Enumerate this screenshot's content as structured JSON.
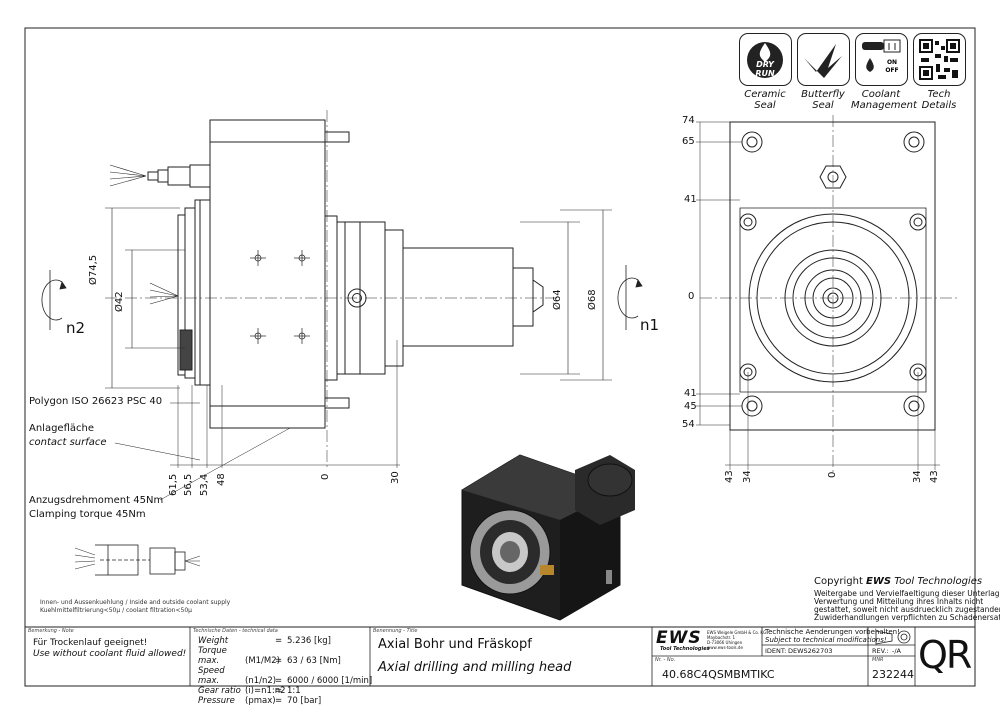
{
  "icons": [
    {
      "name": "ceramic-seal-icon",
      "label": "Ceramic Seal",
      "sub": "DRY RUN"
    },
    {
      "name": "butterfly-seal-icon",
      "label": "Butterfly Seal"
    },
    {
      "name": "coolant-management-icon",
      "label": "Coolant Management",
      "sub": "ON OFF"
    },
    {
      "name": "qr-code-icon",
      "label": "Tech Details"
    }
  ],
  "icon_labels": {
    "ceramic1": "Ceramic",
    "ceramic2": "Seal",
    "butterfly1": "Butterfly",
    "butterfly2": "Seal",
    "coolant1": "Coolant",
    "coolant2": "Management",
    "tech1": "Tech",
    "tech2": "Details",
    "dry": "DRY",
    "run": "RUN",
    "on": "ON",
    "off": "OFF"
  },
  "side_view": {
    "dims_vertical": [
      "Ø74,5",
      "Ø42",
      "Ø64",
      "Ø68"
    ],
    "dims_horizontal": [
      "61,5",
      "56,5",
      "53,4",
      "48",
      "0",
      "30"
    ],
    "n1": "n1",
    "n2": "n2",
    "polygon": "Polygon ISO 26623 PSC 40",
    "contact_de": "Anlagefläche",
    "contact_en": "contact surface",
    "torque_de": "Anzugsdrehmoment 45Nm",
    "torque_en": "Clamping torque 45Nm"
  },
  "front_view": {
    "dims_left": [
      "74",
      "65",
      "41",
      "0",
      "41",
      "45",
      "54"
    ],
    "dims_bottom": [
      "43",
      "34",
      "0",
      "34",
      "43"
    ]
  },
  "coolant_note": {
    "line1": "Innen- und Aussenkuehlung / Inside and outside coolant supply",
    "line2": "Kuehlmittelfiltrierung<50µ / coolant filtration<50µ"
  },
  "copyright": {
    "title_prefix": "Copyright ",
    "brand": "EWS",
    "title_suffix": " Tool Technologies",
    "lines": [
      "Weitergabe und Vervielfaeltigung dieser Unterlage,",
      "Verwertung und Mitteilung ihres Inhalts nicht",
      "gestattet, soweit nicht ausdruecklich zugestanden.",
      "Zuwiderhandlungen verpflichten zu Schadenersatz."
    ]
  },
  "title_block": {
    "remark_header": "Bemerkung - Note",
    "remark_de": "Für Trockenlauf geeignet!",
    "remark_en": "Use without coolant fluid allowed!",
    "tech_header": "Technische Daten - technical data",
    "tech_rows": [
      {
        "label": "Weight",
        "sym": "",
        "eq": "=",
        "value": "5.236 [kg]"
      },
      {
        "label": "Torque max.",
        "sym": "(M1/M2)",
        "eq": "=",
        "value": "63 / 63 [Nm]"
      },
      {
        "label": "Speed max.",
        "sym": "(n1/n2)",
        "eq": "=",
        "value": "6000 / 6000 [1/min]"
      },
      {
        "label": "Gear ratio",
        "sym": "(i)=n1:n2",
        "eq": "=",
        "value": "1:1"
      },
      {
        "label": "Pressure",
        "sym": "(pmax)",
        "eq": "=",
        "value": "70 [bar]"
      }
    ],
    "name_header": "Benennung - Title",
    "name_de": "Axial Bohr und Fräskopf",
    "name_en": "Axial drilling and milling head",
    "logo": "EWS",
    "logo_sub": "Tool Technologies",
    "company_lines": [
      "EWS Weigele GmbH & Co. KG",
      "Maybachstr. 1",
      "D-73066 Uhingen",
      "www.ews-tools.de"
    ],
    "changes_de": "Technische Aenderungen vorbehalten!",
    "changes_en": "Subject to technical modifications!",
    "ident_label": "IDENT:",
    "ident_value": "DEWS262703",
    "rev_label": "REV.:",
    "rev_value": "-/A",
    "nr_header": "Nr. - No.",
    "article_no": "40.68C4QSMBMTIKC",
    "mnr_header": "MNR",
    "mnr_value": "232244",
    "qr": "QR"
  }
}
